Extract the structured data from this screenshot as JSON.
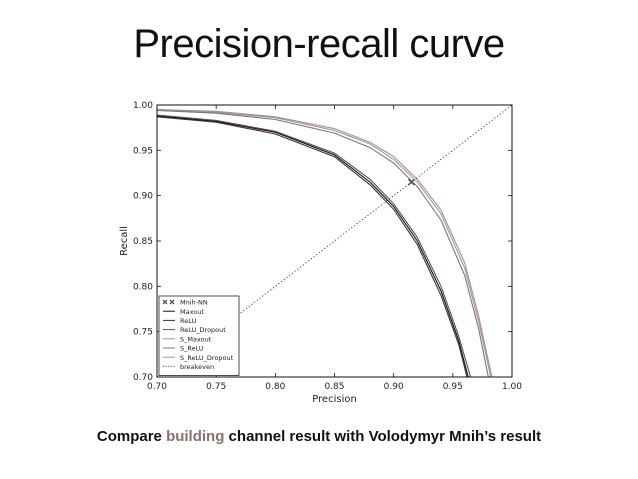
{
  "slide": {
    "title": "Precision-recall curve",
    "caption_prefix": "Compare ",
    "caption_highlight": "building",
    "caption_suffix": " channel result with Volodymyr Mnih’s result",
    "highlight_color": "#8a6f6f"
  },
  "chart_data": {
    "type": "line",
    "title": "",
    "xlabel": "Precision",
    "ylabel": "Recall",
    "xlim": [
      0.7,
      1.0
    ],
    "ylim": [
      0.7,
      1.0
    ],
    "x_ticks": [
      "0.70",
      "0.75",
      "0.80",
      "0.85",
      "0.90",
      "0.95",
      "1.00"
    ],
    "y_ticks": [
      "0.70",
      "0.75",
      "0.80",
      "0.85",
      "0.90",
      "0.95",
      "1.00"
    ],
    "grid": false,
    "legend_position": "lower-left",
    "series": [
      {
        "name": "Mnih-NN",
        "kind": "marker",
        "color": "#555555",
        "points": [
          [
            0.915,
            0.915
          ]
        ]
      },
      {
        "name": "Maxout",
        "kind": "line",
        "color": "#111111",
        "points": [
          [
            0.7,
            0.988
          ],
          [
            0.75,
            0.982
          ],
          [
            0.8,
            0.97
          ],
          [
            0.85,
            0.945
          ],
          [
            0.88,
            0.915
          ],
          [
            0.9,
            0.888
          ],
          [
            0.92,
            0.85
          ],
          [
            0.94,
            0.795
          ],
          [
            0.955,
            0.74
          ],
          [
            0.963,
            0.7
          ]
        ]
      },
      {
        "name": "ReLU",
        "kind": "line",
        "color": "#333333",
        "points": [
          [
            0.7,
            0.987
          ],
          [
            0.75,
            0.981
          ],
          [
            0.8,
            0.968
          ],
          [
            0.85,
            0.943
          ],
          [
            0.88,
            0.912
          ],
          [
            0.9,
            0.885
          ],
          [
            0.92,
            0.846
          ],
          [
            0.94,
            0.79
          ],
          [
            0.955,
            0.736
          ],
          [
            0.962,
            0.7
          ]
        ]
      },
      {
        "name": "ReLU_Dropout",
        "kind": "line",
        "color": "#6a4a4a",
        "points": [
          [
            0.7,
            0.989
          ],
          [
            0.75,
            0.983
          ],
          [
            0.8,
            0.971
          ],
          [
            0.85,
            0.947
          ],
          [
            0.88,
            0.918
          ],
          [
            0.9,
            0.891
          ],
          [
            0.92,
            0.854
          ],
          [
            0.94,
            0.8
          ],
          [
            0.955,
            0.745
          ],
          [
            0.965,
            0.7
          ]
        ]
      },
      {
        "name": "S_Maxout",
        "kind": "line",
        "color": "#999999",
        "points": [
          [
            0.7,
            0.995
          ],
          [
            0.75,
            0.992
          ],
          [
            0.8,
            0.986
          ],
          [
            0.85,
            0.972
          ],
          [
            0.88,
            0.957
          ],
          [
            0.9,
            0.94
          ],
          [
            0.92,
            0.915
          ],
          [
            0.94,
            0.88
          ],
          [
            0.96,
            0.82
          ],
          [
            0.972,
            0.76
          ],
          [
            0.982,
            0.7
          ]
        ]
      },
      {
        "name": "S_ReLU",
        "kind": "line",
        "color": "#777777",
        "points": [
          [
            0.7,
            0.994
          ],
          [
            0.75,
            0.991
          ],
          [
            0.8,
            0.984
          ],
          [
            0.85,
            0.969
          ],
          [
            0.88,
            0.953
          ],
          [
            0.9,
            0.936
          ],
          [
            0.92,
            0.91
          ],
          [
            0.94,
            0.873
          ],
          [
            0.96,
            0.812
          ],
          [
            0.972,
            0.752
          ],
          [
            0.98,
            0.7
          ]
        ]
      },
      {
        "name": "S_ReLU_Dropout",
        "kind": "line",
        "color": "#b08a8a",
        "points": [
          [
            0.7,
            0.995
          ],
          [
            0.75,
            0.993
          ],
          [
            0.8,
            0.987
          ],
          [
            0.85,
            0.974
          ],
          [
            0.88,
            0.959
          ],
          [
            0.9,
            0.943
          ],
          [
            0.92,
            0.918
          ],
          [
            0.94,
            0.884
          ],
          [
            0.96,
            0.826
          ],
          [
            0.972,
            0.766
          ],
          [
            0.983,
            0.7
          ]
        ]
      },
      {
        "name": "breakeven",
        "kind": "dotted",
        "color": "#333333",
        "points": [
          [
            0.7,
            0.7
          ],
          [
            1.0,
            1.0
          ]
        ]
      }
    ]
  }
}
